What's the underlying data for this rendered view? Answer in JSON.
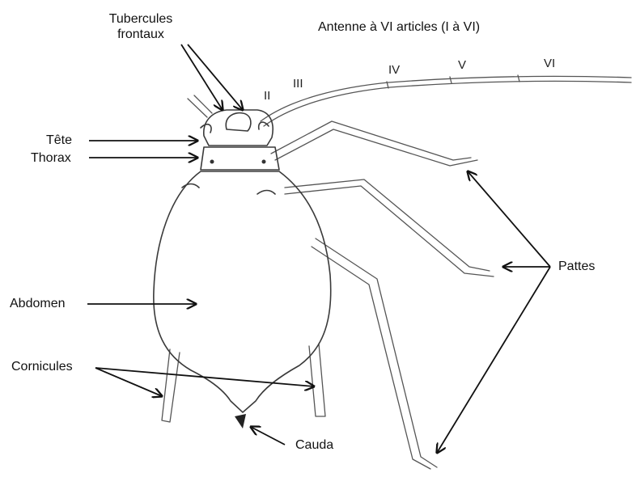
{
  "labels": {
    "tubercules": "Tubercules\nfrontaux",
    "antenne": "Antenne à VI articles (I à VI)",
    "tete": "Tête",
    "thorax": "Thorax",
    "abdomen": "Abdomen",
    "cornicules": "Cornicules",
    "cauda": "Cauda",
    "pattes": "Pattes"
  },
  "segments": [
    "II",
    "III",
    "IV",
    "V",
    "VI"
  ],
  "colors": {
    "ink": "#111111",
    "drawing": "#3a3a3a",
    "background": "#ffffff"
  }
}
